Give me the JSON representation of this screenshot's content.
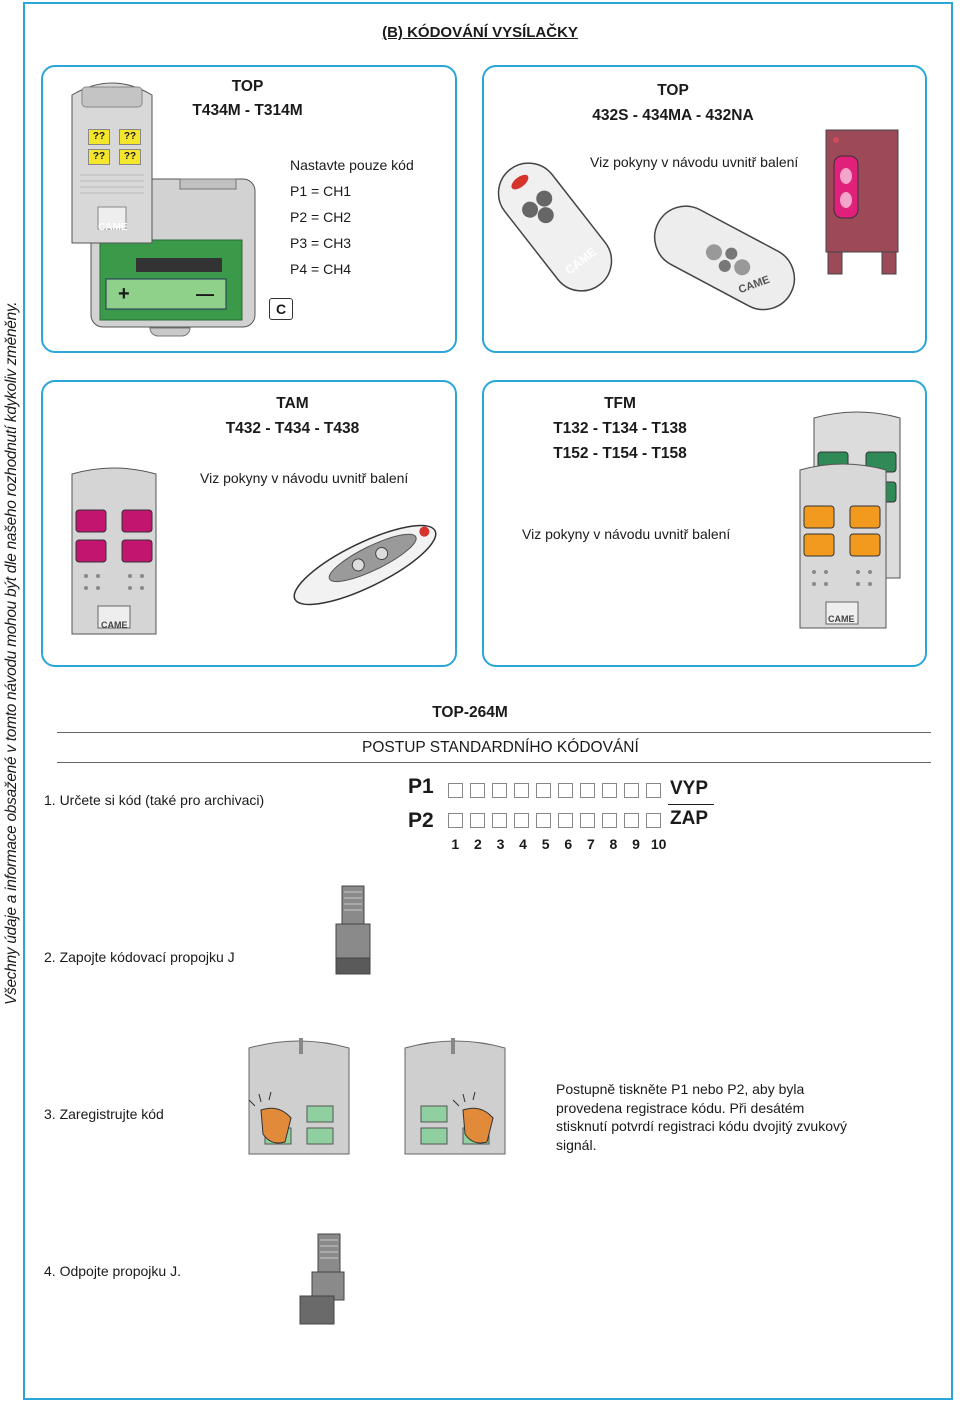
{
  "side_note": "Všechny údaje a informace obsažené v tomto návodu mohou být dle našeho rozhodnutí kdykoliv změněny.",
  "page_title": "(B) KÓDOVÁNÍ VYSÍLAČKY",
  "box1": {
    "heading1": "TOP",
    "heading2": "T434M - T314M",
    "intro": "Nastavte pouze kód",
    "map": [
      "P1 = CH1",
      "P2 = CH2",
      "P3 = CH3",
      "P4 = CH4"
    ],
    "callout": "C",
    "remote_button_label": "??",
    "remote_brand": "CAME",
    "board_plus": "+",
    "board_minus": "—"
  },
  "box2": {
    "heading1": "TOP",
    "heading2": "432S - 434MA - 432NA",
    "note": "Viz pokyny v návodu uvnitř balení",
    "brand": "CAME"
  },
  "box3": {
    "heading1": "TAM",
    "heading2": "T432 - T434 - T438",
    "note": "Viz pokyny v návodu uvnitř balení",
    "brand": "CAME"
  },
  "box4": {
    "heading1": "TFM",
    "heading2": "T132 - T134 - T138",
    "heading3": "T152 - T154 - T158",
    "note": "Viz pokyny v návodu uvnitř balení",
    "brand": "CAME"
  },
  "section": {
    "model": "TOP-264M",
    "procedure_title": "POSTUP STANDARDNÍHO KÓDOVÁNÍ",
    "p1": "P1",
    "p2": "P2",
    "off_label": "VYP",
    "on_label": "ZAP",
    "switch_numbers": [
      "1",
      "2",
      "3",
      "4",
      "5",
      "6",
      "7",
      "8",
      "9",
      "10"
    ]
  },
  "steps": {
    "step1": "1.  Určete si kód (také pro archivaci)",
    "step2": "2.  Zapojte kódovací propojku J",
    "step3": "3.  Zaregistrujte kód",
    "step3_note": "Postupně tiskněte P1 nebo P2, aby byla provedena registrace kódu. Při desátém stisknutí potvrdí registraci kódu dvojitý zvukový signál.",
    "step4": "4.  Odpojte propojku J."
  },
  "colors": {
    "frame": "#2aa6d8",
    "magenta_button": "#c2156f",
    "orange_button": "#f29a1e",
    "green_button": "#2f8a57",
    "yellow_button": "#f4e62a",
    "board_green": "#3a9a4a",
    "remote_gray": "#c8c8c8"
  }
}
